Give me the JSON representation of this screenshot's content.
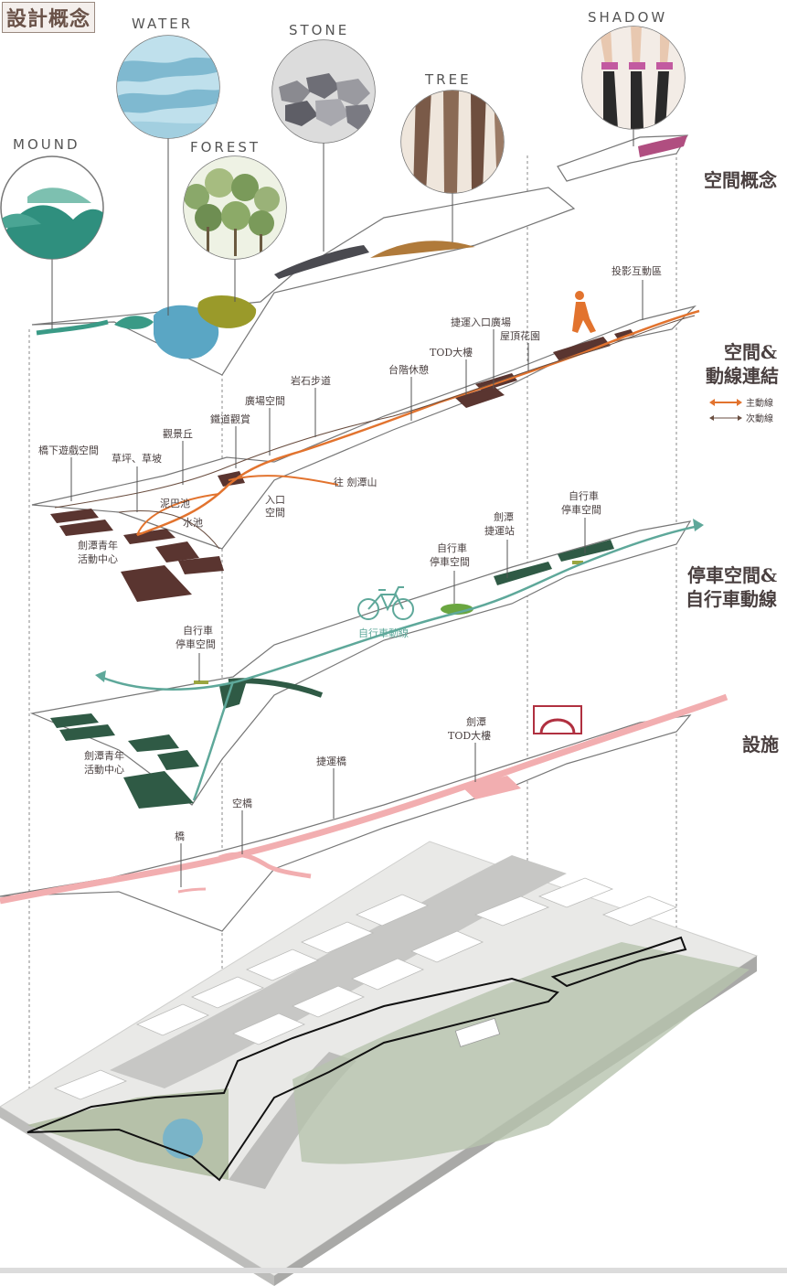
{
  "title": "設計概念",
  "concepts": {
    "mound": "MOUND",
    "water": "WATER",
    "forest": "FOREST",
    "stone": "STONE",
    "tree": "TREE",
    "shadow": "SHADOW"
  },
  "layers": {
    "concept": "空間概念",
    "circulation_1": "空間&",
    "circulation_2": "動線連結",
    "parking_1": "停車空間&",
    "parking_2": "自行車動線",
    "facility": "設施"
  },
  "legend": {
    "main": "主動線",
    "secondary": "次動線"
  },
  "circulation_labels": {
    "projection": "投影互動區",
    "mrt_plaza": "捷運入口廣場",
    "roof_garden": "屋頂花園",
    "tod": "TOD大樓",
    "terrace": "台階休憩",
    "rock_path": "岩石步道",
    "plaza": "廣場空間",
    "rail_view": "鐵道觀賞",
    "viewpoint": "觀景丘",
    "under_bridge": "橋下遊戲空間",
    "lawn": "草坪、草坡",
    "mud_pool": "泥巴池",
    "water_pool": "水池",
    "entrance_1": "入口",
    "entrance_2": "空間",
    "to_mountain": "往 劍潭山",
    "youth_1": "劍潭青年",
    "youth_2": "活動中心"
  },
  "parking_labels": {
    "bike_a_1": "自行車",
    "bike_a_2": "停車空間",
    "station_1": "劍潭",
    "station_2": "捷運站",
    "bike_b_1": "自行車",
    "bike_b_2": "停車空間",
    "bike_c_1": "自行車",
    "bike_c_2": "停車空間",
    "bike_route": "自行車動線",
    "youth_1": "劍潭青年",
    "youth_2": "活動中心"
  },
  "facility_labels": {
    "tod_1": "劍潭",
    "tod_2": "TOD大樓",
    "mrt_bridge": "捷運橋",
    "sky_bridge": "空橋",
    "bridge": "橋"
  },
  "colors": {
    "orange": "#e2732e",
    "brown": "#5a3530",
    "teal": "#5ea89a",
    "green": "#2f5a45",
    "pink": "#f2aeb0",
    "olive": "#9a9a2a",
    "blue": "#5aa6c4"
  }
}
